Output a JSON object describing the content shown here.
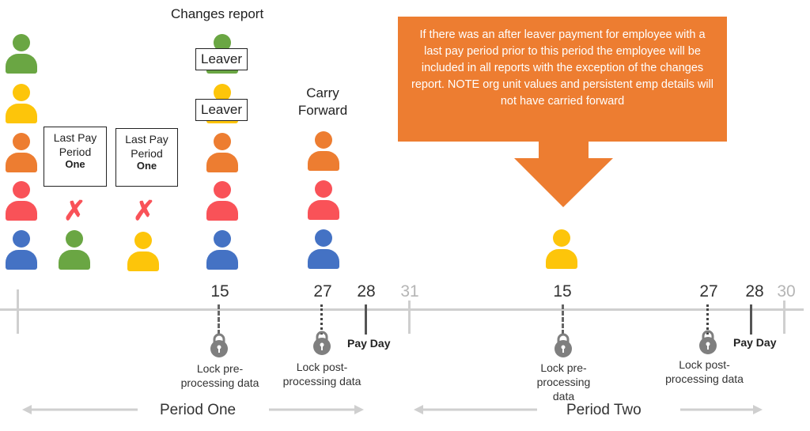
{
  "changes_report_label": "Changes report",
  "carry_forward_label": "Carry Forward",
  "last_pay_period_label": "Last Pay Period",
  "last_pay_period_one": "One",
  "leaver_label": "Leaver",
  "cross_glyph": "✗",
  "callout_text": "If there was an after leaver payment for employee with a last pay period prior to this period the employee will be included in all reports with the exception of the changes report. NOTE org unit values and persistent emp details will not have carried forward",
  "days": {
    "p1_15": "15",
    "p1_27": "27",
    "p1_28": "28",
    "p1_31": "31",
    "p2_15": "15",
    "p2_27": "27",
    "p2_28": "28",
    "p2_30": "30"
  },
  "pay_day_label": "Pay Day",
  "lock_pre_label": "Lock pre-processing data",
  "lock_post_label": "Lock post-processing data",
  "period_one_label": "Period One",
  "period_two_label": "Period Two",
  "colors": {
    "green": "#6aa643",
    "yellow": "#fdc50a",
    "orange": "#ed7d31",
    "red": "#f95258",
    "blue": "#4472c4",
    "timeline": "#cfcfcf",
    "lock": "#7f7f7f"
  },
  "icons": [
    "person-icon",
    "lock-icon",
    "cross-icon",
    "arrow-left-icon",
    "arrow-right-icon"
  ]
}
